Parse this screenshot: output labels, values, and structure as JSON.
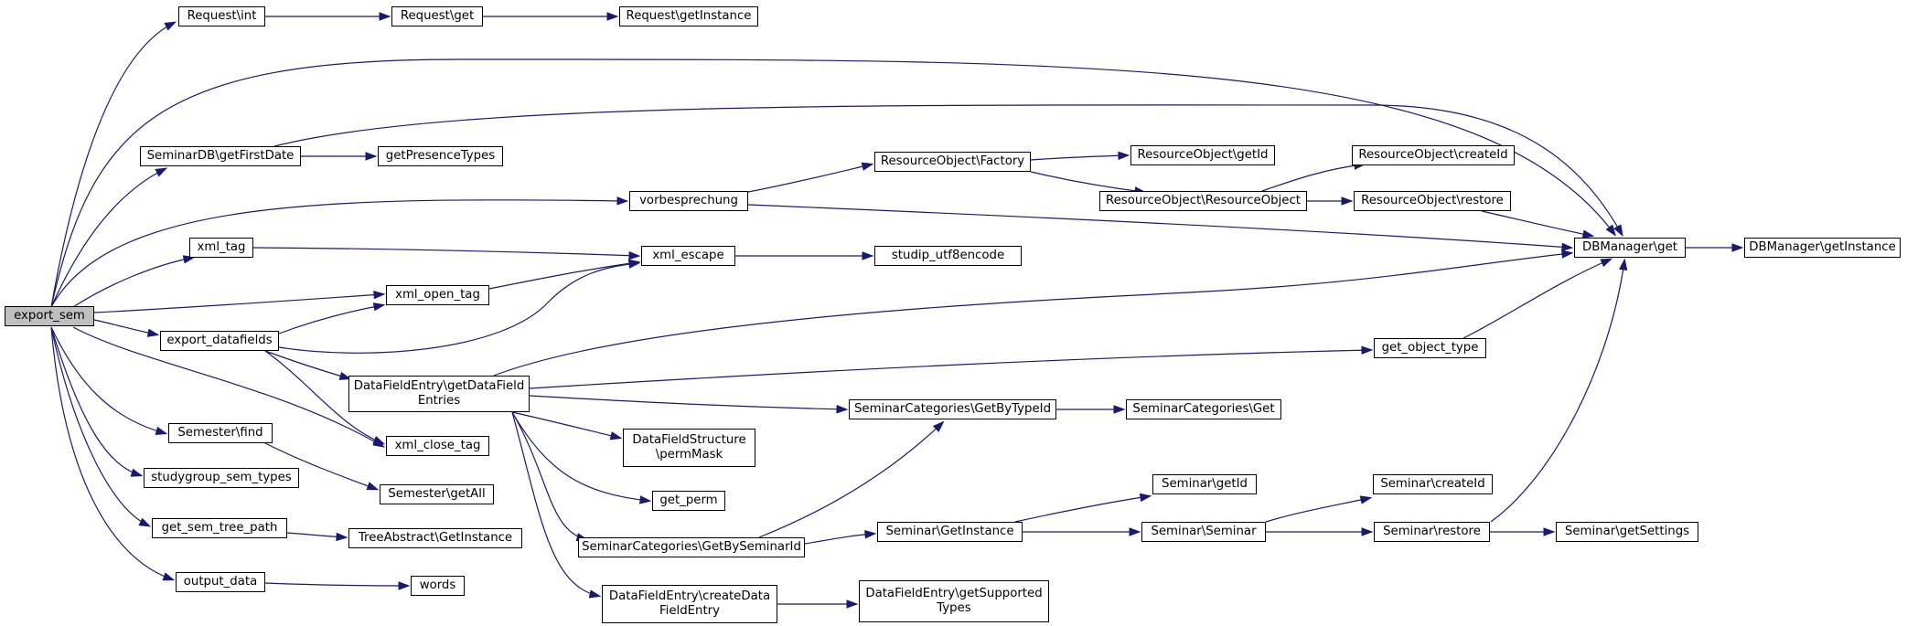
{
  "graph": {
    "nodes": {
      "export_sem": "export_sem",
      "request_int": "Request\\int",
      "request_get": "Request\\get",
      "request_getinstance": "Request\\getInstance",
      "seminardb_getfirstdate": "SeminarDB\\getFirstDate",
      "getpresencetypes": "getPresenceTypes",
      "vorbesprechung": "vorbesprechung",
      "resourceobject_factory": "ResourceObject\\Factory",
      "resourceobject_getid": "ResourceObject\\getId",
      "resourceobject_createid": "ResourceObject\\createId",
      "resourceobject_resourceobject": "ResourceObject\\ResourceObject",
      "resourceobject_restore": "ResourceObject\\restore",
      "dbmanager_get": "DBManager\\get",
      "dbmanager_getinstance": "DBManager\\getInstance",
      "xml_tag": "xml_tag",
      "xml_escape": "xml_escape",
      "studip_utf8encode": "studip_utf8encode",
      "xml_open_tag": "xml_open_tag",
      "export_datafields": "export_datafields",
      "datafieldentry_getdatafieldentries": "DataFieldEntry\\getDataField\nEntries",
      "get_object_type": "get_object_type",
      "seminarcategories_getbytypeid": "SeminarCategories\\GetByTypeId",
      "seminarcategories_get": "SeminarCategories\\Get",
      "semester_find": "Semester\\find",
      "xml_close_tag": "xml_close_tag",
      "datafieldstructure_permmask": "DataFieldStructure\n\\permMask",
      "studygroup_sem_types": "studygroup_sem_types",
      "semester_getall": "Semester\\getAll",
      "get_perm": "get_perm",
      "seminar_getid": "Seminar\\getId",
      "seminar_createid": "Seminar\\createId",
      "get_sem_tree_path": "get_sem_tree_path",
      "treeabstract_getinstance": "TreeAbstract\\GetInstance",
      "seminarcategories_getbyseminarid": "SeminarCategories\\GetBySeminarId",
      "seminar_getinstance": "Seminar\\GetInstance",
      "seminar_seminar": "Seminar\\Seminar",
      "seminar_restore": "Seminar\\restore",
      "seminar_getsettings": "Seminar\\getSettings",
      "output_data": "output_data",
      "words": "words",
      "datafieldentry_createdatafieldentry": "DataFieldEntry\\createData\nFieldEntry",
      "datafieldentry_getsupportedtypes": "DataFieldEntry\\getSupported\nTypes"
    },
    "colors": {
      "edge": "#191970",
      "node_border": "#000000",
      "node_fill": "#ffffff",
      "root_fill": "#bfbfbf"
    }
  }
}
